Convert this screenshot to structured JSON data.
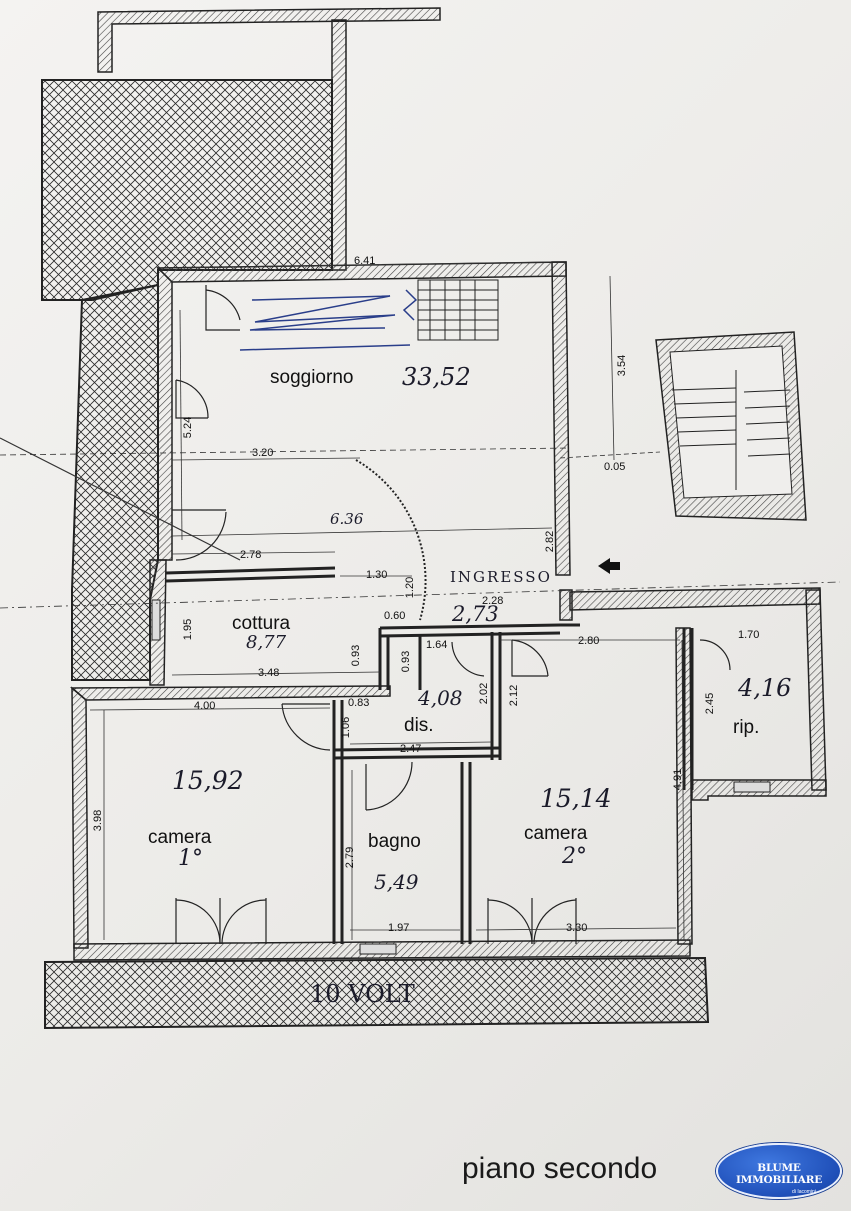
{
  "floor_label": "piano secondo",
  "logo": {
    "name": "BLUME IMMOBILIARE",
    "tagline": "di Iacomini"
  },
  "rooms": {
    "living": {
      "name": "soggiorno",
      "area": "33,52"
    },
    "kitchen": {
      "name": "cottura",
      "area": "8,77"
    },
    "entrance": {
      "name": "INGRESSO",
      "area": "2,73"
    },
    "hall": {
      "name": "dis.",
      "area": "4,08"
    },
    "storage": {
      "name": "rip.",
      "area": "4,16"
    },
    "bedroom1": {
      "name": "camera",
      "number": "1°",
      "area": "15,92"
    },
    "bathroom": {
      "name": "bagno",
      "area": "5,49"
    },
    "bedroom2": {
      "name": "camera",
      "number": "2°",
      "area": "15,14"
    }
  },
  "handwritten_note": "10 VOLT",
  "dimensions": {
    "d641": "6.41",
    "d354": "3.54",
    "d524": "5.24",
    "d320": "3.20",
    "d005": "0.05",
    "d636": "6.36",
    "d278": "2.78",
    "d282": "2.82",
    "d130": "1.30",
    "d120": "1.20",
    "d228": "2.28",
    "d060": "0.60",
    "d195": "1.95",
    "d093a": "0.93",
    "d093b": "0.93",
    "d164": "1.64",
    "d280": "2.80",
    "d170": "1.70",
    "d348": "3.48",
    "d202": "2.02",
    "d212": "2.12",
    "d245": "2.45",
    "d400": "4.00",
    "d083": "0.83",
    "d106": "1.06",
    "d247": "2.47",
    "d398": "3.98",
    "d491": "4.91",
    "d279": "2.79",
    "d197": "1.97",
    "d330": "3.30"
  },
  "colors": {
    "ink": "#1a1a1a",
    "pen": "#2a3e8a",
    "logo": "#1f4fb8"
  }
}
